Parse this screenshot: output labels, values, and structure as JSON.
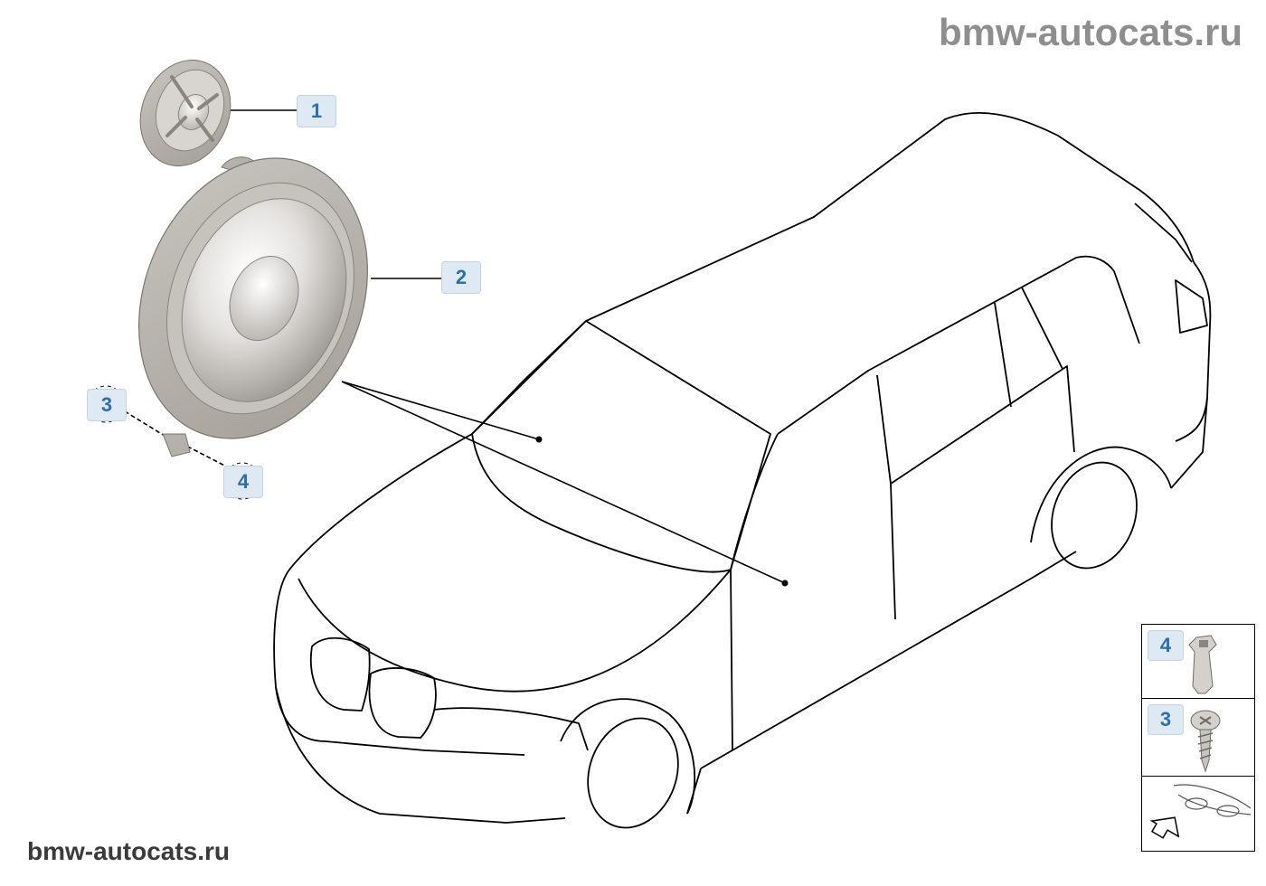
{
  "watermarks": {
    "top": "bmw-autocats.ru",
    "bottom": "bmw-autocats.ru"
  },
  "callouts": [
    {
      "id": "1",
      "part": "tweeter"
    },
    {
      "id": "2",
      "part": "midrange-speaker"
    },
    {
      "id": "3",
      "part": "screw"
    },
    {
      "id": "4",
      "part": "clip-nut"
    }
  ],
  "legend_panel": [
    {
      "label": "4",
      "icon": "clip-nut-icon"
    },
    {
      "label": "3",
      "icon": "screw-icon"
    },
    {
      "label": "",
      "icon": "vehicle-front-arrow-icon"
    }
  ],
  "colors": {
    "callout_bg": "#dfe9f3",
    "callout_text": "#2d6db3",
    "speaker_grey": "#b9b4ae"
  }
}
